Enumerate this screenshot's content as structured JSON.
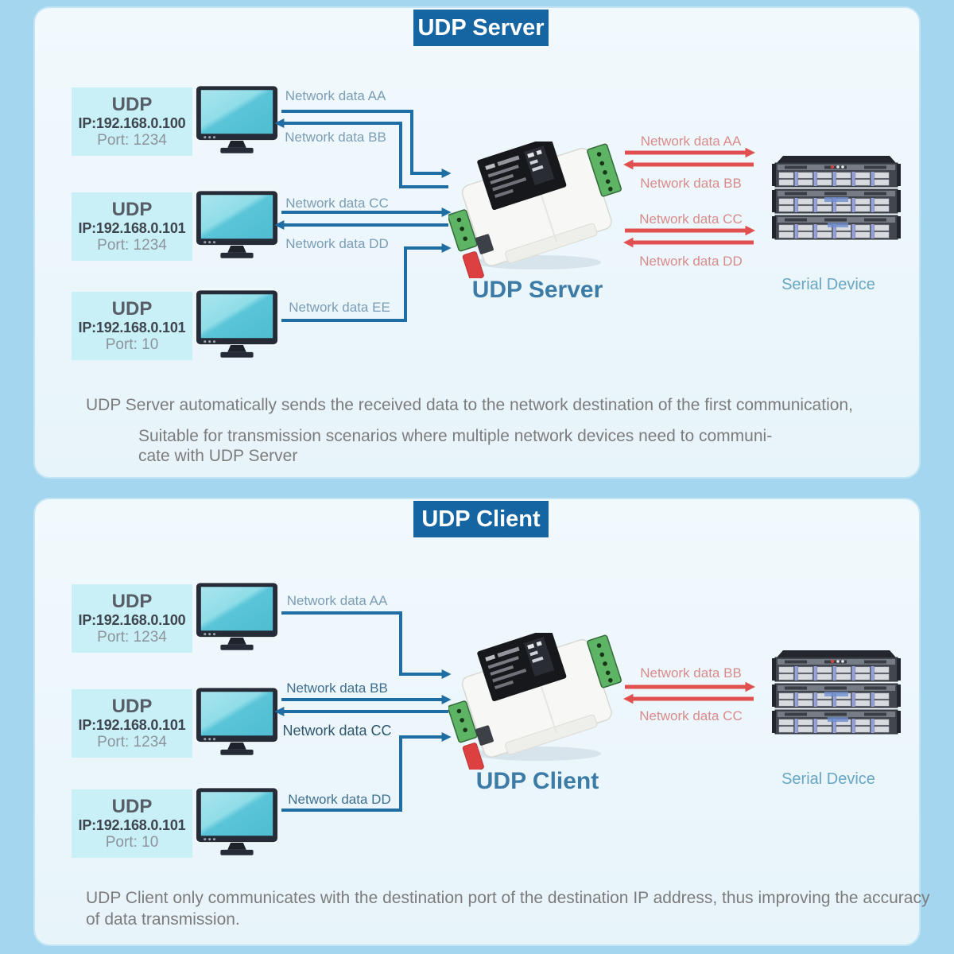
{
  "colors": {
    "page_bg": "#a4d6ef",
    "panel_bg": "#e9f6fb",
    "header_bg": "#1565a3",
    "header_text": "#ffffff",
    "computer_box_bg": "#c9f0f7",
    "arrow_blue": "#1e6da3",
    "arrow_red": "#e1504f",
    "net_label_blue": "#7b9db4",
    "net_label_red": "#d88b8b",
    "device_label_color": "#3c7ba6",
    "serial_label_color": "#68a6c3",
    "description_color": "#7c7c7c"
  },
  "panels": [
    {
      "title": "UDP Server",
      "computers": [
        {
          "name": "UDP",
          "ip": "IP:192.168.0.100",
          "port": "Port: 1234"
        },
        {
          "name": "UDP",
          "ip": "IP:192.168.0.101",
          "port": "Port: 1234"
        },
        {
          "name": "UDP",
          "ip": "IP:192.168.0.101",
          "port": "Port: 10"
        }
      ],
      "net_labels": {
        "aa": "Network data AA",
        "bb": "Network data BB",
        "cc": "Network data CC",
        "dd": "Network data DD",
        "ee": "Network data EE"
      },
      "device_label": "UDP Server",
      "serial_labels": {
        "aa": "Network data AA",
        "bb": "Network data BB",
        "cc": "Network data CC",
        "dd": "Network data DD"
      },
      "serial_device_label": "Serial Device",
      "description": [
        "UDP Server automatically sends the received data to the network destination of the first communication,",
        "Suitable for transmission scenarios where multiple network devices need to communi-",
        "cate with UDP Server"
      ]
    },
    {
      "title": "UDP Client",
      "computers": [
        {
          "name": "UDP",
          "ip": "IP:192.168.0.100",
          "port": "Port: 1234"
        },
        {
          "name": "UDP",
          "ip": "IP:192.168.0.101",
          "port": "Port: 1234"
        },
        {
          "name": "UDP",
          "ip": "IP:192.168.0.101",
          "port": "Port: 10"
        }
      ],
      "net_labels": {
        "aa": "Network data AA",
        "bb": "Network data BB",
        "cc": "Network data CC",
        "dd": "Network data DD"
      },
      "device_label": "UDP Client",
      "serial_labels": {
        "bb": "Network data BB",
        "cc": "Network data CC"
      },
      "serial_device_label": "Serial Device",
      "description": [
        "UDP Client only communicates with the destination port of the destination IP address, thus improving the accuracy",
        "of data transmission."
      ]
    }
  ]
}
